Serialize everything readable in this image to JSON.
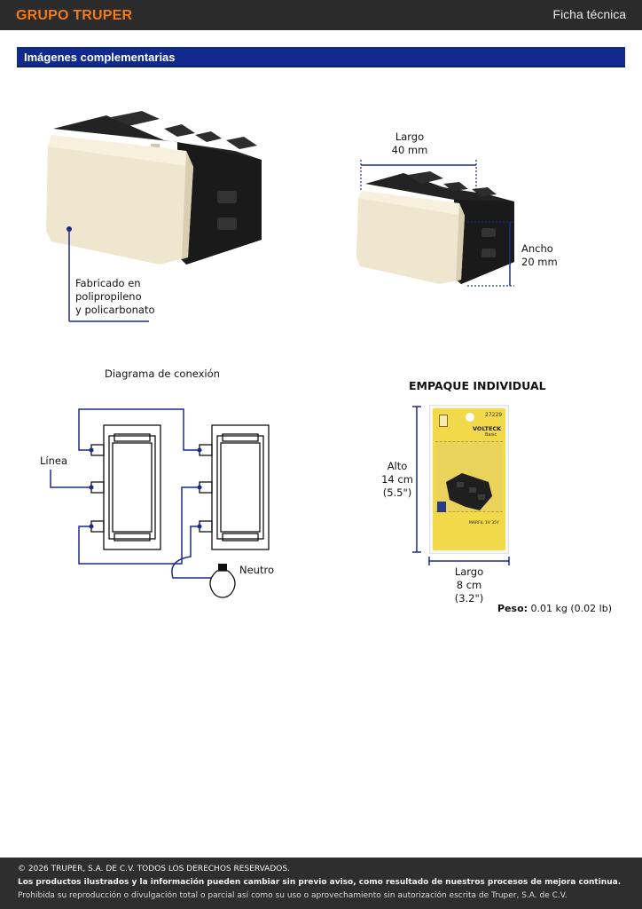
{
  "header": {
    "brand": "GRUPO TRUPER",
    "doc_type": "Ficha técnica"
  },
  "section": {
    "title": "Imágenes complementarias"
  },
  "product": {
    "material_line1": "Fabricado en",
    "material_line2": "polipropileno",
    "material_line3": "y policarbonato",
    "largo_label": "Largo",
    "largo_value": "40 mm",
    "ancho_label": "Ancho",
    "ancho_value": "20 mm"
  },
  "diagram": {
    "title": "Diagrama de conexión",
    "linea_label": "Línea",
    "neutro_label": "Neutro"
  },
  "package": {
    "title": "EMPAQUE INDIVIDUAL",
    "alto_label": "Alto",
    "alto_value": "14 cm",
    "alto_inch": "(5.5\")",
    "largo_label": "Largo",
    "largo_value": "8 cm",
    "largo_inch": "(3.2\")",
    "peso_label": "Peso:",
    "peso_value": "0.01 kg (0.02 lb)",
    "brand": "VOLTECK",
    "brand_sub": "Basic",
    "code": "27229",
    "pack_text": "MARFIL 1V 35Y"
  },
  "footer": {
    "copyright": "© 2026 TRUPER, S.A. DE C.V. TODOS LOS DERECHOS RESERVADOS.",
    "notice": "Los productos ilustrados y la información pueden cambiar sin previo aviso, como resultado de nuestros procesos de mejora continua.",
    "prohibition": "Prohibida su reproducción o divulgación total o parcial así como su uso o aprovechamiento sin autorización escrita de Truper, S.A. de C.V."
  },
  "colors": {
    "brand_orange": "#f07b1e",
    "section_blue": "#0f2a8c",
    "dimension_blue": "#1b2a8a",
    "switch_ivory": "#efe6cf",
    "switch_body": "#1e1e1e"
  }
}
